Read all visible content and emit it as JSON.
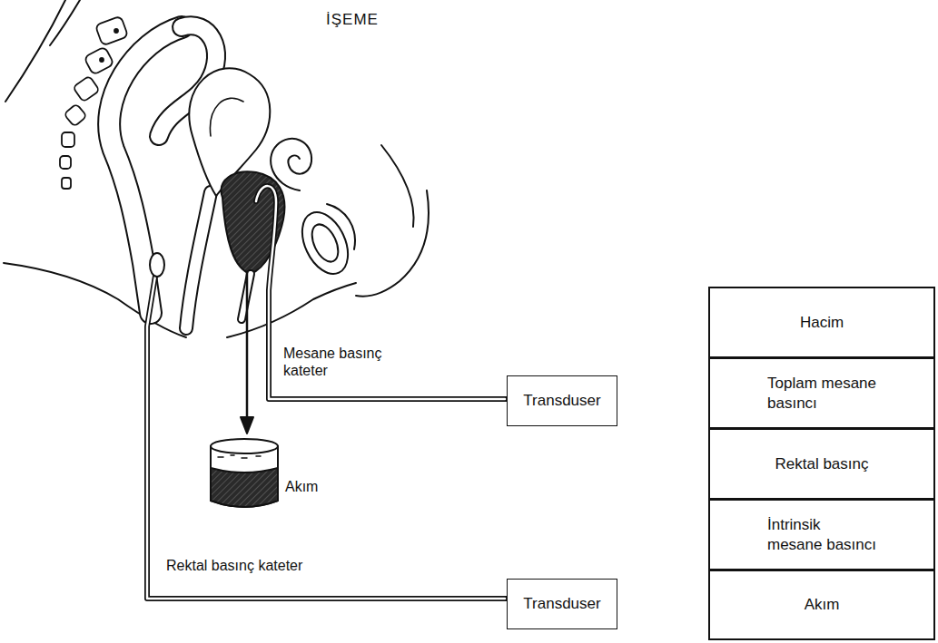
{
  "diagram": {
    "title": "İŞEME",
    "nodes": [
      {
        "text": [
          "Transduser"
        ]
      },
      {
        "text": [
          "Transduser"
        ]
      },
      {
        "text": [
          "Hacim"
        ]
      },
      {
        "text": [
          "Toplam mesane basıncı"
        ]
      },
      {
        "text": [
          "Rektal basınç"
        ]
      },
      {
        "text": [
          "İntrinsik mesane basıncı"
        ]
      },
      {
        "text": [
          "Akım"
        ]
      }
    ],
    "labels": [
      "Mesane basınç kateter",
      "Akım",
      "Rektal basınç kateter"
    ]
  }
}
